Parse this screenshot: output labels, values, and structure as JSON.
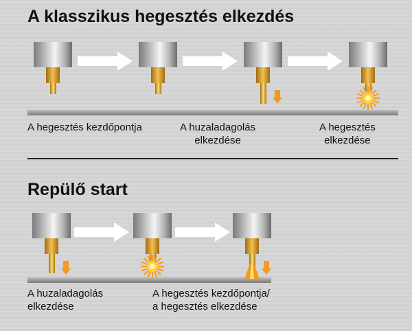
{
  "section1": {
    "title": "A klasszikus hegesztés elkezdés",
    "labels": [
      "A hegesztés kezdőpontja",
      "A huzaladagolás\nelkezdése",
      "A hegesztés\nelkezdése"
    ]
  },
  "section2": {
    "title": "Repülő start",
    "labels": [
      "A huzaladagolás\nelkezdése",
      "A hegesztés kezdőpontja/\na hegesztés elkezdése"
    ]
  },
  "colors": {
    "accent": "#f39a1e",
    "arrow": "#ffffff",
    "text": "#111111"
  }
}
